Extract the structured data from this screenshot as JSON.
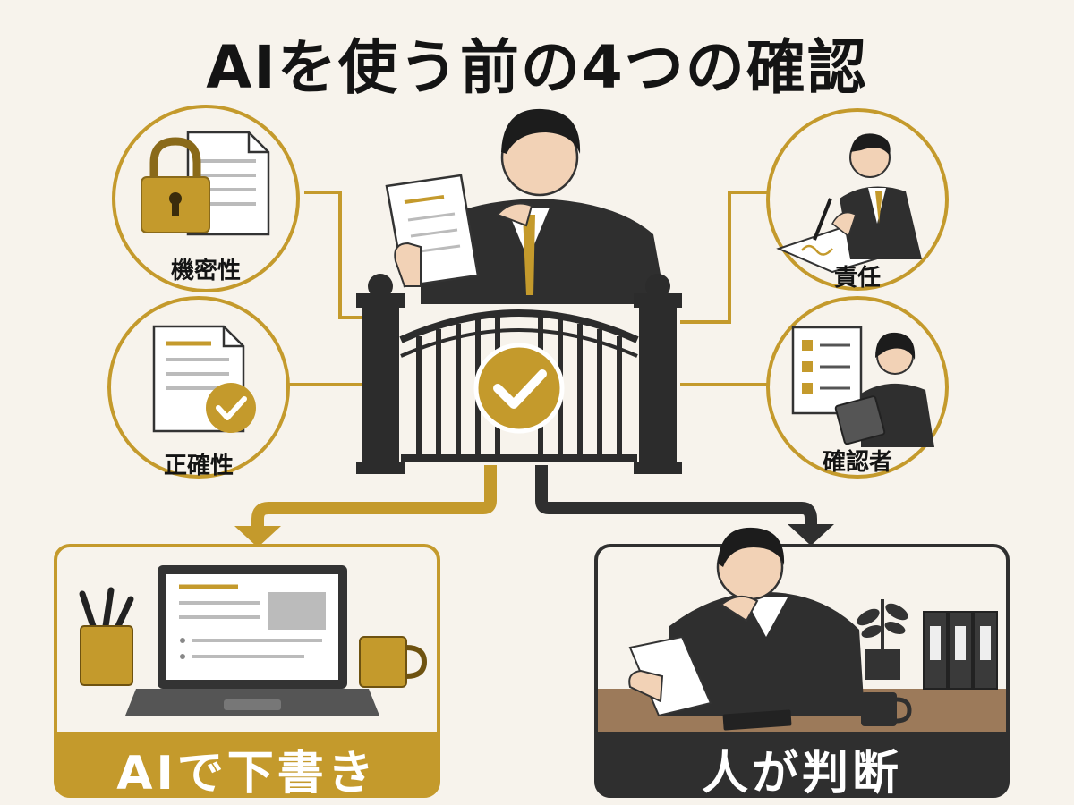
{
  "title": "AIを使う前の4つの確認",
  "checks": [
    {
      "label": "機密性",
      "icon": "lock-document-icon"
    },
    {
      "label": "正確性",
      "icon": "document-check-icon"
    },
    {
      "label": "責任",
      "icon": "signing-person-icon"
    },
    {
      "label": "確認者",
      "icon": "checklist-reviewer-icon"
    }
  ],
  "center": {
    "icon": "gate-check-icon",
    "figure": "businessman-reviewing-document"
  },
  "outcomes": {
    "left": {
      "label": "AIで下書き",
      "scene": "laptop-desk-scene"
    },
    "right": {
      "label": "人が判断",
      "scene": "person-judging-scene"
    }
  },
  "colors": {
    "gold": "#c49a2c",
    "dark": "#2f2f2f",
    "background": "#f7f3ec"
  }
}
